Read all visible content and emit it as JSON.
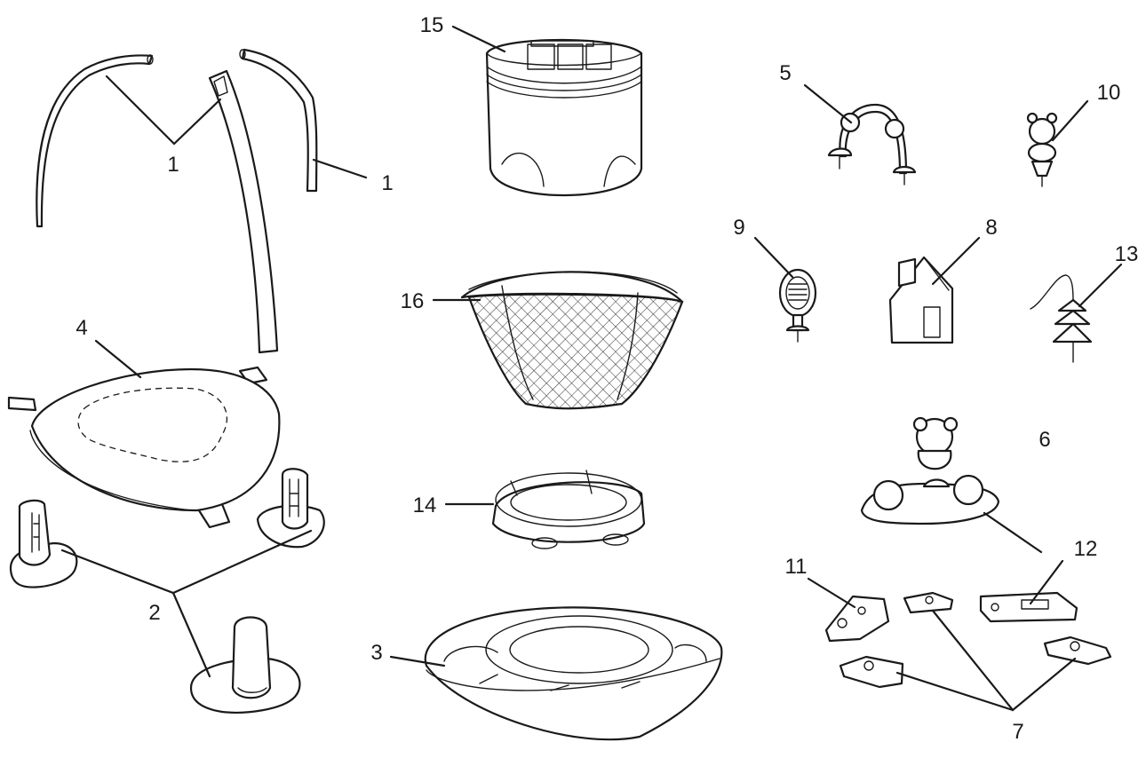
{
  "callouts": {
    "c1a": "1",
    "c1b": "1",
    "c2": "2",
    "c3": "3",
    "c4": "4",
    "c5": "5",
    "c6": "6",
    "c7": "7",
    "c8": "8",
    "c9": "9",
    "c10": "10",
    "c11": "11",
    "c12": "12",
    "c13": "13",
    "c14": "14",
    "c15": "15",
    "c16": "16"
  },
  "colors": {
    "line": "#1a1a1a",
    "background": "#ffffff"
  }
}
